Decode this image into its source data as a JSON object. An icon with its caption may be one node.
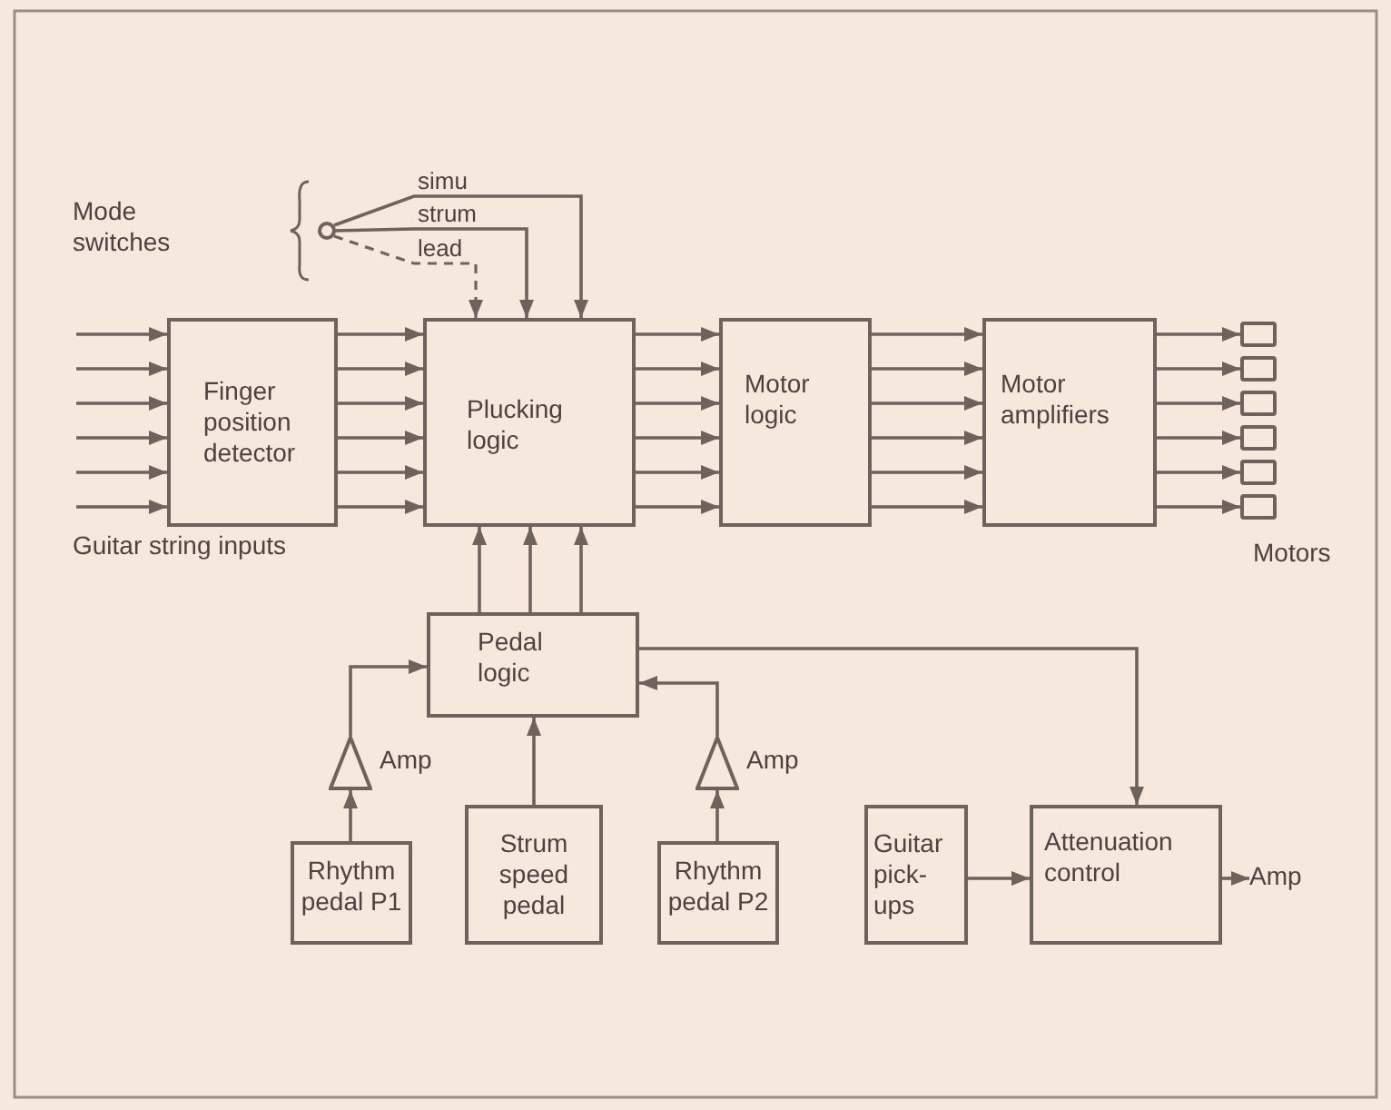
{
  "diagram": {
    "nodes": [
      {
        "text": [
          "Finger position detector"
        ]
      },
      {
        "text": [
          "Plucking logic"
        ]
      },
      {
        "text": [
          "Motor logic"
        ]
      },
      {
        "text": [
          "Motor amplifiers"
        ]
      },
      {
        "text": [],
        "shape": "box"
      },
      {
        "text": [],
        "shape": "box"
      },
      {
        "text": [],
        "shape": "box"
      },
      {
        "text": [],
        "shape": "box"
      },
      {
        "text": [],
        "shape": "box"
      },
      {
        "text": [],
        "shape": "box"
      },
      {
        "text": [],
        "shape": "circle"
      },
      {
        "text": [
          "Pedal logic"
        ]
      },
      {
        "text": [],
        "shape": "triangle",
        "beside": [
          "Amp"
        ]
      },
      {
        "text": [
          "Rhythm pedal P1"
        ]
      },
      {
        "text": [
          "Strum speed pedal"
        ]
      },
      {
        "text": [],
        "shape": "triangle",
        "beside": [
          "Amp"
        ]
      },
      {
        "text": [
          "Rhythm pedal P2"
        ]
      },
      {
        "text": [
          "Guitar pick-ups"
        ]
      },
      {
        "text": [
          "Attenuation control"
        ]
      },
      {
        "text": [
          "Amp"
        ]
      }
    ],
    "edges": [
      {
        "from": null,
        "to": 0,
        "arrow": "to"
      },
      {
        "from": null,
        "to": 0,
        "arrow": "to"
      },
      {
        "from": null,
        "to": 0,
        "arrow": "to"
      },
      {
        "from": null,
        "to": 0,
        "arrow": "to"
      },
      {
        "from": null,
        "to": 0,
        "arrow": "to"
      },
      {
        "from": null,
        "to": 0,
        "arrow": "to"
      },
      {
        "from": 0,
        "to": 1,
        "arrow": "to"
      },
      {
        "from": 0,
        "to": 1,
        "arrow": "to"
      },
      {
        "from": 0,
        "to": 1,
        "arrow": "to"
      },
      {
        "from": 0,
        "to": 1,
        "arrow": "to"
      },
      {
        "from": 0,
        "to": 1,
        "arrow": "to"
      },
      {
        "from": 0,
        "to": 1,
        "arrow": "to"
      },
      {
        "from": 1,
        "to": 2,
        "arrow": "to"
      },
      {
        "from": 1,
        "to": 2,
        "arrow": "to"
      },
      {
        "from": 1,
        "to": 2,
        "arrow": "to"
      },
      {
        "from": 1,
        "to": 2,
        "arrow": "to"
      },
      {
        "from": 1,
        "to": 2,
        "arrow": "to"
      },
      {
        "from": 1,
        "to": 2,
        "arrow": "to"
      },
      {
        "from": 2,
        "to": 3,
        "arrow": "to"
      },
      {
        "from": 2,
        "to": 3,
        "arrow": "to"
      },
      {
        "from": 2,
        "to": 3,
        "arrow": "to"
      },
      {
        "from": 2,
        "to": 3,
        "arrow": "to"
      },
      {
        "from": 2,
        "to": 3,
        "arrow": "to"
      },
      {
        "from": 2,
        "to": 3,
        "arrow": "to"
      },
      {
        "from": 3,
        "to": 4,
        "arrow": "to"
      },
      {
        "from": 3,
        "to": 5,
        "arrow": "to"
      },
      {
        "from": 3,
        "to": 6,
        "arrow": "to"
      },
      {
        "from": 3,
        "to": 7,
        "arrow": "to"
      },
      {
        "from": 3,
        "to": 8,
        "arrow": "to"
      },
      {
        "from": 3,
        "to": 9,
        "arrow": "to"
      },
      {
        "from": 10,
        "to": 1,
        "arrow": "to",
        "label": "simu"
      },
      {
        "from": 10,
        "to": 1,
        "arrow": "to",
        "label": "strum"
      },
      {
        "from": 10,
        "to": 1,
        "arrow": "to",
        "label": "lead",
        "style": "dashed"
      },
      {
        "from": 11,
        "to": 1,
        "arrow": "to"
      },
      {
        "from": 11,
        "to": 1,
        "arrow": "to"
      },
      {
        "from": 11,
        "to": 1,
        "arrow": "to"
      },
      {
        "from": 13,
        "to": 12,
        "arrow": "to"
      },
      {
        "from": 12,
        "to": 11,
        "arrow": "to"
      },
      {
        "from": 14,
        "to": 11,
        "arrow": "to"
      },
      {
        "from": 16,
        "to": 15,
        "arrow": "to"
      },
      {
        "from": 15,
        "to": 11,
        "arrow": "to"
      },
      {
        "from": 11,
        "to": 18,
        "arrow": "to"
      },
      {
        "from": 17,
        "to": 18,
        "arrow": "to"
      },
      {
        "from": 18,
        "to": 19,
        "arrow": "to"
      }
    ],
    "labels": [
      "Mode switches",
      "Guitar string inputs",
      "Motors"
    ]
  }
}
